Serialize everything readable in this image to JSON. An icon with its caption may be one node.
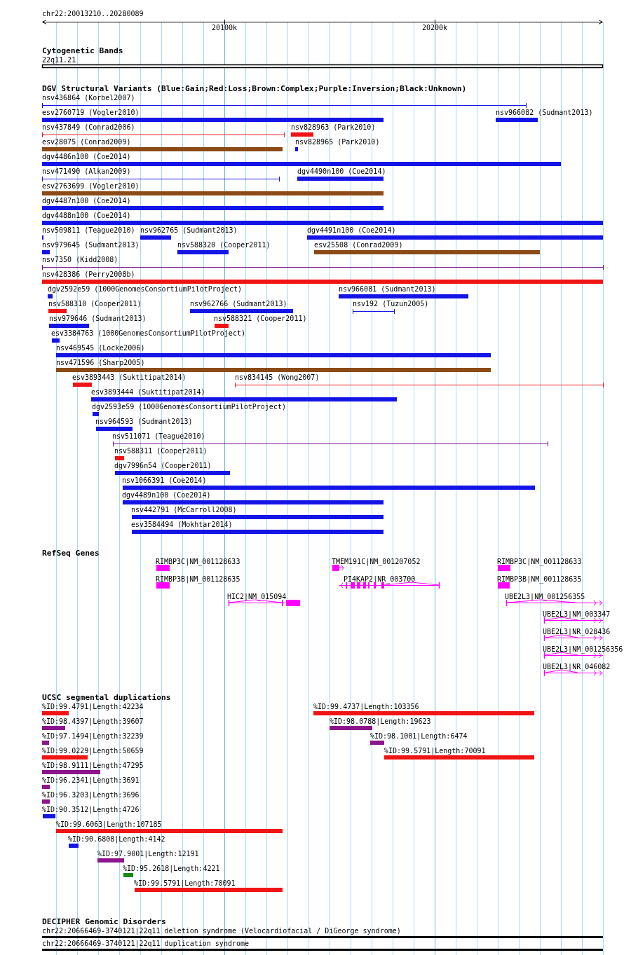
{
  "diagram": {
    "nodes": [
      {
        "text": [
          "22q11.21"
        ]
      },
      {
        "text": [
          "nsv436864 (Korbel2007)"
        ]
      },
      {
        "text": [
          "esv2760719 (Vogler2010)"
        ]
      },
      {
        "text": [
          "nsv966082 (Sudmant2013)"
        ]
      },
      {
        "text": [
          "nsv437849 (Conrad2006)"
        ]
      },
      {
        "text": [
          "nsv828963 (Park2010)"
        ]
      },
      {
        "text": [
          "esv28075 (Conrad2009)"
        ]
      },
      {
        "text": [
          "nsv828965 (Park2010)"
        ]
      },
      {
        "text": [
          "dgv4486n100 (Coe2014)"
        ]
      },
      {
        "text": [
          "nsv471490 (Alkan2009)"
        ]
      },
      {
        "text": [
          "dgv4490n100 (Coe2014)"
        ]
      },
      {
        "text": [
          "esv2763699 (Vogler2010)"
        ]
      },
      {
        "text": [
          "dgv4487n100 (Coe2014)"
        ]
      },
      {
        "text": [
          "dgv4488n100 (Coe2014)"
        ]
      },
      {
        "text": [
          "nsv509811 (Teague2010)"
        ]
      },
      {
        "text": [
          "nsv962765 (Sudmant2013)"
        ]
      },
      {
        "text": [
          "dgv4491n100 (Coe2014)"
        ]
      },
      {
        "text": [
          "nsv979645 (Sudmant2013)"
        ]
      },
      {
        "text": [
          "nsv588320 (Cooper2011)"
        ]
      },
      {
        "text": [
          "esv25508 (Conrad2009)"
        ]
      },
      {
        "text": [
          "nsv7350 (Kidd2008)"
        ]
      },
      {
        "text": [
          "nsv428386 (Perry2008b)"
        ]
      },
      {
        "text": [
          "dgv2592e59 (1000GenomesConsortiumPilotProject)"
        ]
      },
      {
        "text": [
          "nsv966081 (Sudmant2013)"
        ]
      },
      {
        "text": [
          "nsv588310 (Cooper2011)"
        ]
      },
      {
        "text": [
          "nsv962766 (Sudmant2013)"
        ]
      },
      {
        "text": [
          "nsv192 (Tuzun2005)"
        ]
      },
      {
        "text": [
          "nsv979646 (Sudmant2013)"
        ]
      },
      {
        "text": [
          "nsv588321 (Cooper2011)"
        ]
      },
      {
        "text": [
          "esv3384763 (1000GenomesConsortiumPilotProject)"
        ]
      },
      {
        "text": [
          "nsv469545 (Locke2006)"
        ]
      },
      {
        "text": [
          "nsv471596 (Sharp2005)"
        ]
      },
      {
        "text": [
          "esv3893443 (Suktitipat2014)"
        ]
      },
      {
        "text": [
          "nsv834145 (Wong2007)"
        ]
      },
      {
        "text": [
          "esv3893444 (Suktitipat2014)"
        ]
      },
      {
        "text": [
          "dgv2593e59 (1000GenomesConsortiumPilotProject)"
        ]
      },
      {
        "text": [
          "nsv964593 (Sudmant2013)"
        ]
      },
      {
        "text": [
          "nsv511071 (Teague2010)"
        ]
      },
      {
        "text": [
          "nsv588311 (Cooper2011)"
        ]
      },
      {
        "text": [
          "dgv7996n54 (Cooper2011)"
        ]
      },
      {
        "text": [
          "nsv1066391 (Coe2014)"
        ]
      },
      {
        "text": [
          "dgv4489n100 (Coe2014)"
        ]
      },
      {
        "text": [
          "nsv442791 (McCarroll2008)"
        ]
      },
      {
        "text": [
          "esv3584494 (Mokhtar2014)"
        ]
      },
      {
        "text": [
          "RIMBP3C|NM_001128633"
        ]
      },
      {
        "text": [
          "RIMBP3B|NM_001128635"
        ]
      },
      {
        "text": [
          "HIC2|NM_015094"
        ]
      },
      {
        "text": [
          "TMEM191C|NM_001207052"
        ]
      },
      {
        "text": [
          "PI4KAP2|NR_003700"
        ]
      },
      {
        "text": [
          "RIMBP3C|NM_001128633"
        ]
      },
      {
        "text": [
          "RIMBP3B|NM_001128635"
        ]
      },
      {
        "text": [
          "UBE2L3|NM_001256355"
        ]
      },
      {
        "text": [
          "UBE2L3|NM_003347"
        ]
      },
      {
        "text": [
          "UBE2L3|NR_028436"
        ]
      },
      {
        "text": [
          "UBE2L3|NM_001256356"
        ]
      },
      {
        "text": [
          "UBE2L3|NR_046082"
        ]
      },
      {
        "text": [
          "%ID:99.4791|Length:42234"
        ]
      },
      {
        "text": [
          "%ID:99.4737|Length:103356"
        ]
      },
      {
        "text": [
          "%ID:98.4397|Length:39607"
        ]
      },
      {
        "text": [
          "%ID:98.0788|Length:19623"
        ]
      },
      {
        "text": [
          "%ID:97.1494|Length:32239"
        ]
      },
      {
        "text": [
          "%ID:98.1001|Length:6474"
        ]
      },
      {
        "text": [
          "%ID:99.0229|Length:50659"
        ]
      },
      {
        "text": [
          "%ID:99.5791|Length:70091"
        ]
      },
      {
        "text": [
          "%ID:98.9111|Length:47295"
        ]
      },
      {
        "text": [
          "%ID:96.2341|Length:3691"
        ]
      },
      {
        "text": [
          "%ID:96.3203|Length:3696"
        ]
      },
      {
        "text": [
          "%ID:90.3512|Length:4726"
        ]
      },
      {
        "text": [
          "%ID:99.6063|Length:107185"
        ]
      },
      {
        "text": [
          "%ID:90.6808|Length:4142"
        ]
      },
      {
        "text": [
          "%ID:97.9001|Length:12191"
        ]
      },
      {
        "text": [
          "%ID:95.2618|Length:4221"
        ]
      },
      {
        "text": [
          "%ID:99.5791|Length:70091"
        ]
      },
      {
        "text": [
          "chr22:20666469-3740121|22q11 deletion syndrome (Velocardiofacial / DiGeorge syndrome)"
        ]
      },
      {
        "text": [
          "chr22:20666469-3740121|22q11 duplication syndrome"
        ]
      }
    ],
    "edges": [],
    "labels": [
      "chr22:20013210..20280089",
      "20100k",
      "20200k",
      "Cytogenetic Bands",
      "DGV Structural Variants (Blue:Gain;Red:Loss;Brown:Complex;Purple:Inversion;Black:Unknown)",
      "RefSeq Genes",
      "UCSC segmental duplications",
      "DECIPHER Genomic Disorders"
    ]
  }
}
